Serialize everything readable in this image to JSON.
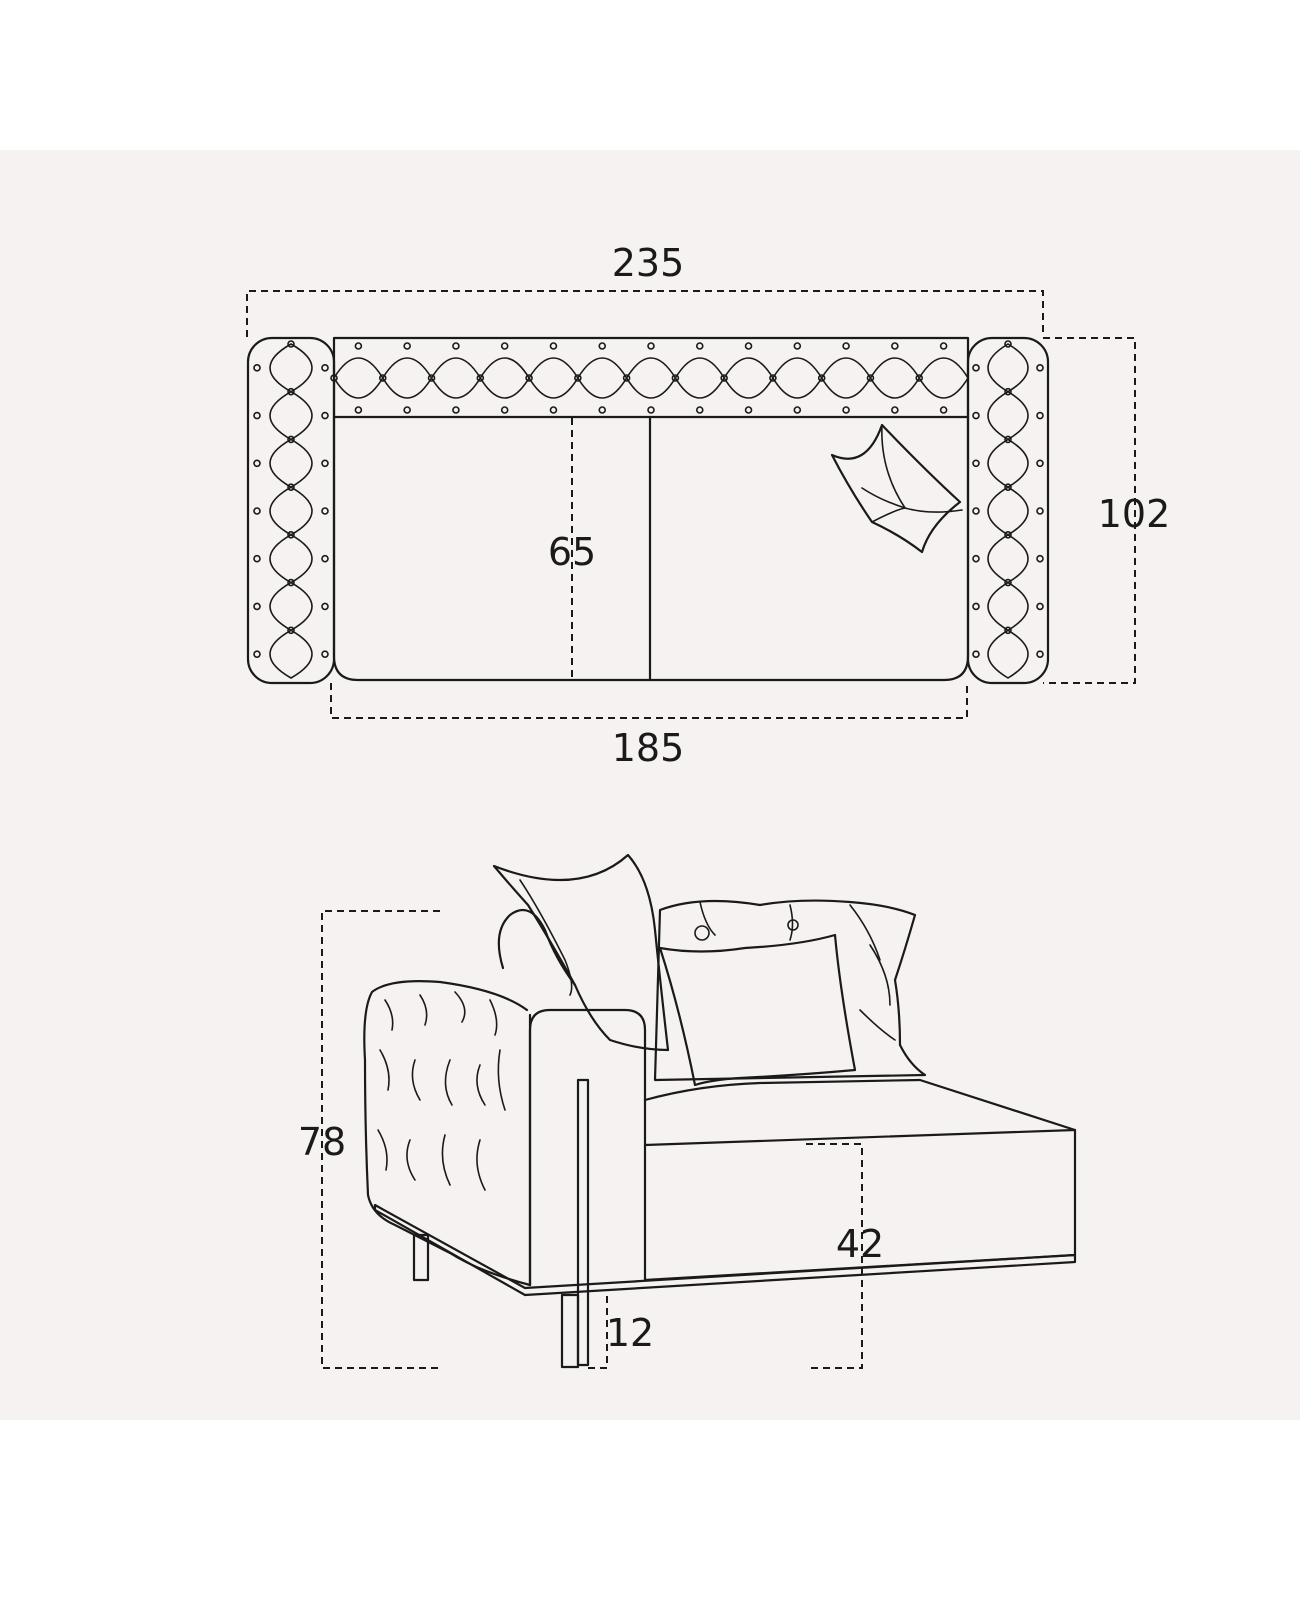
{
  "colors": {
    "panel_background": "#f5f2f1",
    "page_background": "#ffffff",
    "line": "#1a1a1a"
  },
  "top_view": {
    "overall_width": "235",
    "depth": "102",
    "seat_depth": "65",
    "inner_width": "185"
  },
  "side_view": {
    "total_height": "78",
    "seat_height": "42",
    "leg_height": "12"
  }
}
